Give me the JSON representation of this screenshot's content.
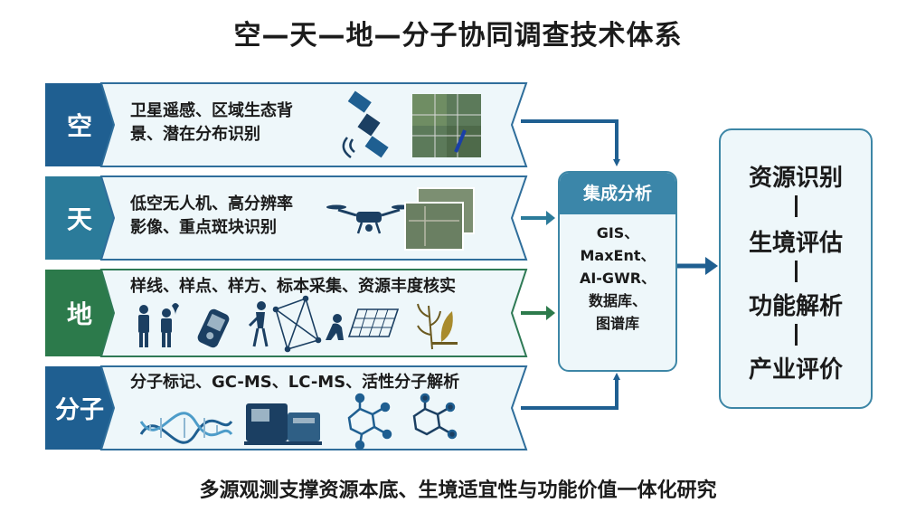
{
  "title": "空—天—地—分子协同调查技术体系",
  "footer": "多源观测支撑资源本底、生境适宜性与功能价值一体化研究",
  "colors": {
    "blue": "#1f5f91",
    "teal": "#2b7b9a",
    "green": "#2c7a4b",
    "panel": "#eef7fa",
    "accent": "#3b86a9"
  },
  "rows": [
    {
      "tag": "空",
      "lines": [
        "卫星遥感、区域生态背",
        "景、潜在分布识别"
      ],
      "icons": [
        "satellite-icon",
        "satellite-image-icon"
      ]
    },
    {
      "tag": "天",
      "lines": [
        "低空无人机、高分辨率",
        "影像、重点斑块识别"
      ],
      "icons": [
        "drone-icon",
        "aerial-image-icon"
      ]
    },
    {
      "tag": "地",
      "lines": [
        "样线、样点、样方、标本采集、资源丰度核实"
      ],
      "icons": [
        "survey-people-icon",
        "gps-device-icon",
        "surveyor-icon",
        "quadrat-icon",
        "specimen-icon"
      ]
    },
    {
      "tag": "分子",
      "lines": [
        "分子标记、GC-MS、LC-MS、活性分子解析"
      ],
      "icons": [
        "dna-icon",
        "mass-spectrometer-icon",
        "molecule-icon"
      ]
    }
  ],
  "center": {
    "title": "集成分析",
    "items": [
      "GIS、",
      "MaxEnt、",
      "AI-GWR、",
      "数据库、",
      "图谱库"
    ]
  },
  "outputs": [
    "资源识别",
    "生境评估",
    "功能解析",
    "产业评价"
  ]
}
